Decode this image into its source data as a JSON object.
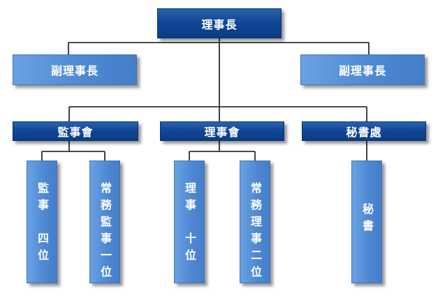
{
  "chairman": {
    "label": "理事長"
  },
  "vice_chairmen": [
    {
      "label": "副理事長"
    },
    {
      "label": "副理事長"
    }
  ],
  "departments": [
    {
      "label": "監事會"
    },
    {
      "label": "理事會"
    },
    {
      "label": "秘書處"
    }
  ],
  "members": [
    {
      "label": "監事　四位"
    },
    {
      "label": "常務監事一位"
    },
    {
      "label": "理事　十位"
    },
    {
      "label": "常務理事二位"
    },
    {
      "label": "秘書"
    }
  ],
  "colors": {
    "dark_box": "#0a3b86",
    "light_box": "#5590d6",
    "connector": "#111111",
    "text": "#ffffff"
  }
}
